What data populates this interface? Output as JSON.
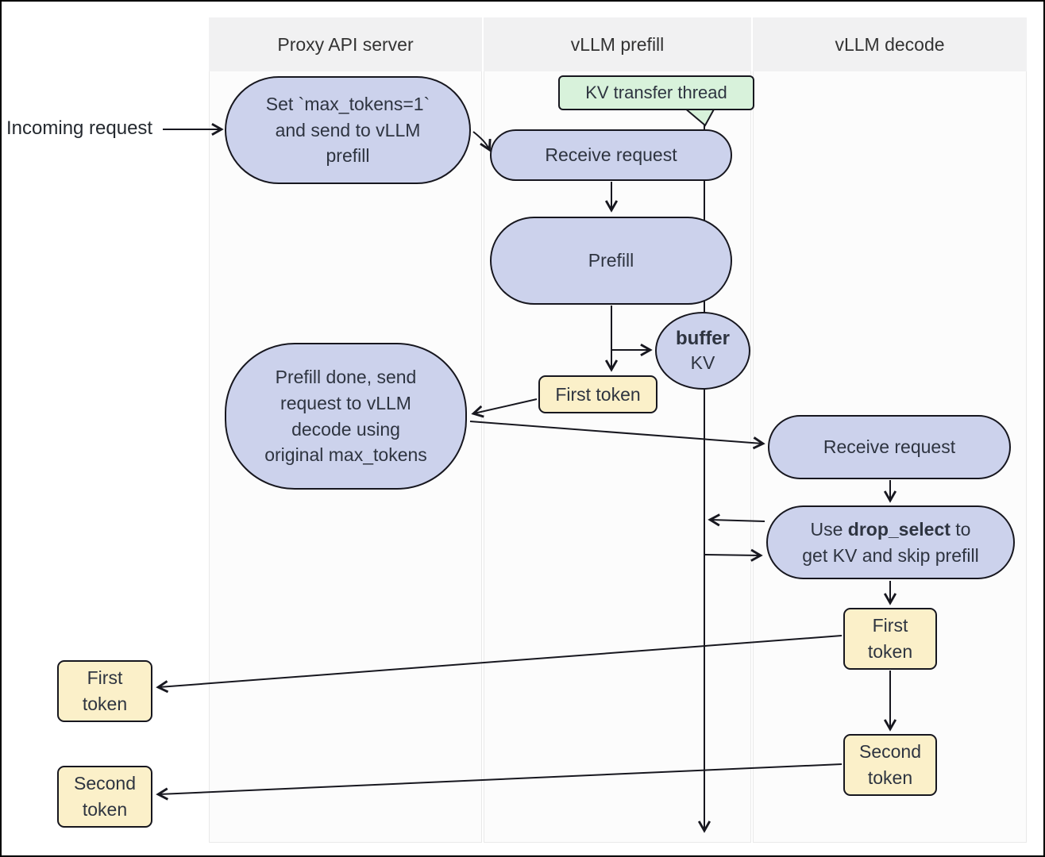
{
  "colors": {
    "node_fill": "#ccd2ec",
    "node_border": "#17171f",
    "token_fill": "#fbf0c9",
    "thread_fill": "#d8f2db",
    "lane_header_bg": "#f1f1f2",
    "lane_body_bg": "#fcfcfc",
    "text": "#2e3440",
    "line": "#17171f"
  },
  "lanes": [
    {
      "title": "Proxy API server"
    },
    {
      "title": "vLLM prefill"
    },
    {
      "title": "vLLM decode"
    }
  ],
  "labels": {
    "incoming_request": "Incoming request"
  },
  "nodes": {
    "set_max_tokens": {
      "label": "Set `max_tokens=1`\nand send to vLLM\nprefill"
    },
    "kv_transfer_thread": {
      "label": "KV transfer thread"
    },
    "receive_request_prefill": {
      "label": "Receive request"
    },
    "prefill": {
      "label": "Prefill"
    },
    "buffer_kv": {
      "line1": "buffer",
      "line2": "KV"
    },
    "first_token_prefill": {
      "label": "First token"
    },
    "prefill_done": {
      "label": "Prefill done, send\nrequest to vLLM\ndecode using\noriginal max_tokens"
    },
    "receive_request_decode": {
      "label": "Receive request"
    },
    "drop_select": {
      "line1_prefix": "Use ",
      "line1_bold": "drop_select",
      "line1_suffix": " to",
      "line2": "get KV and skip prefill"
    },
    "first_token_decode": {
      "label": "First\ntoken"
    },
    "second_token_decode": {
      "label": "Second\ntoken"
    },
    "first_token_out": {
      "label": "First\ntoken"
    },
    "second_token_out": {
      "label": "Second\ntoken"
    }
  }
}
